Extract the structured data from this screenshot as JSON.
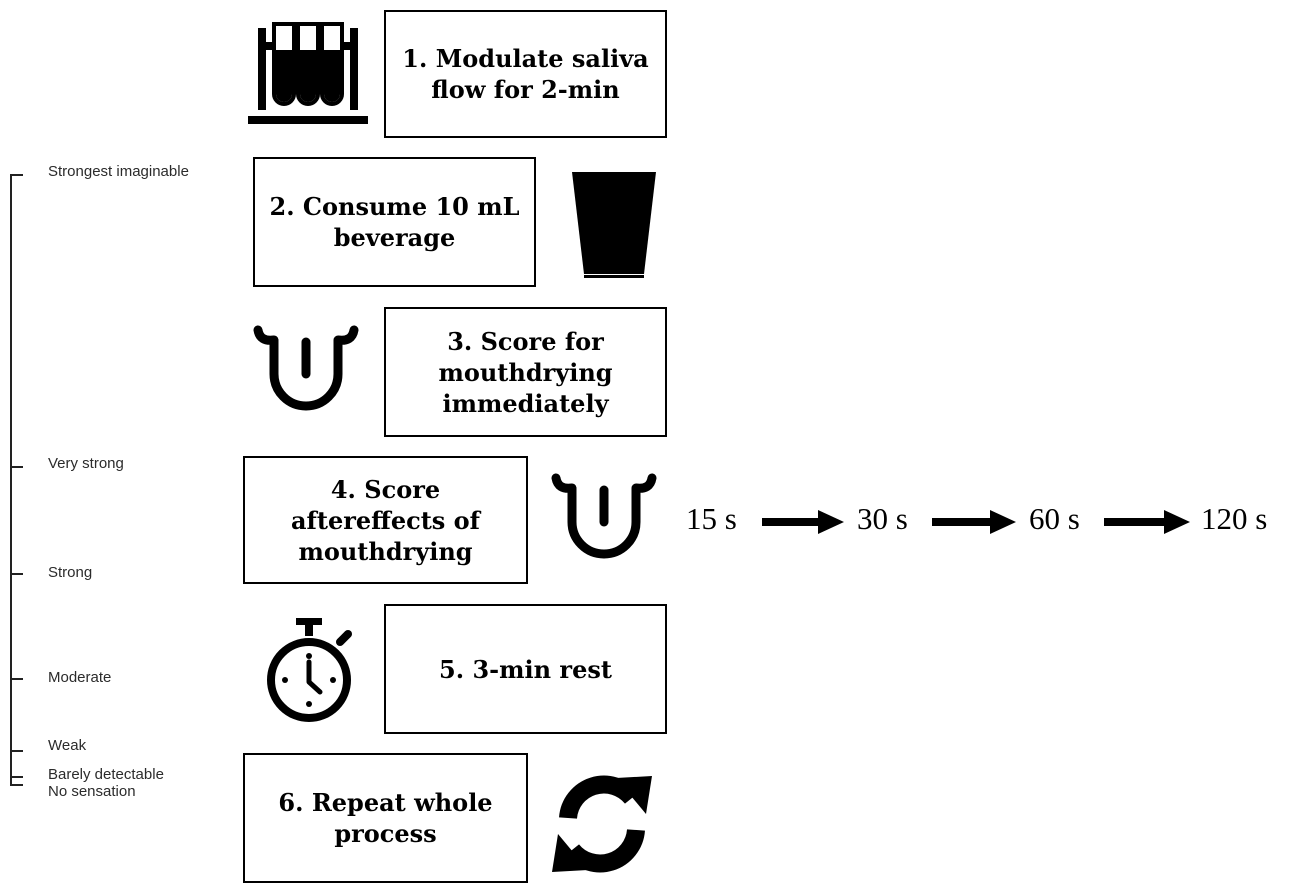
{
  "scale": {
    "labels": {
      "strongest": "Strongest imaginable",
      "very_strong": "Very strong",
      "strong": "Strong",
      "moderate": "Moderate",
      "weak": "Weak",
      "barely": "Barely detectable",
      "none": "No sensation"
    }
  },
  "steps": {
    "s1": "1. Modulate saliva\nflow for 2-min",
    "s2": "2. Consume 10 mL\nbeverage",
    "s3": "3. Score for\nmouthdrying\nimmediately",
    "s4": "4. Score\naftereffects of\nmouthdrying",
    "s5": "5. 3-min rest",
    "s6": "6. Repeat whole\nprocess"
  },
  "timeline": {
    "t1": "15 s",
    "t2": "30 s",
    "t3": "60 s",
    "t4": "120 s"
  },
  "icons": {
    "test_tubes": "test-tubes-icon",
    "cup": "cup-icon",
    "tongue": "tongue-icon",
    "stopwatch": "stopwatch-icon",
    "repeat": "repeat-icon",
    "arrow": "right-arrow-icon"
  }
}
